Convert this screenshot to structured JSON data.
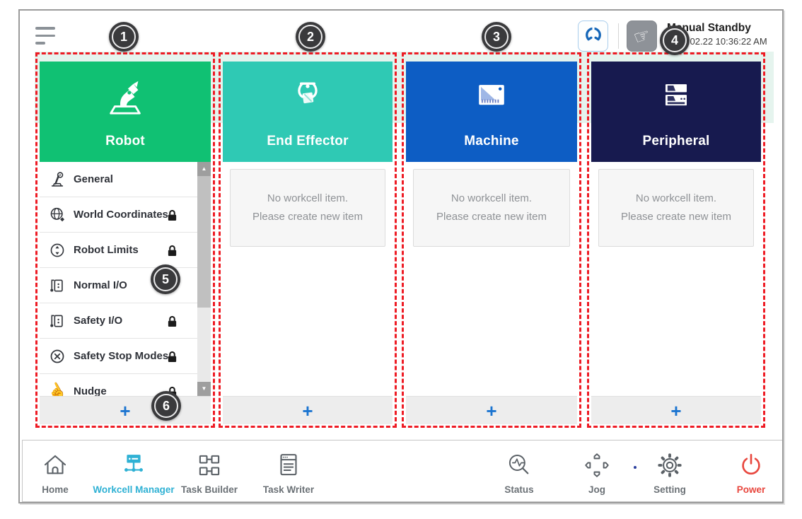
{
  "topbar": {
    "mode_label": "Manual Standby",
    "timestamp": "2022.02.22 10:36:22 AM"
  },
  "icons": {
    "menu": "hamburger-icon",
    "gripper": "gripper-icon",
    "manual_hand": "☞",
    "nudge_hand": "☝",
    "scroll_up": "▲",
    "scroll_down": "▼"
  },
  "badges": [
    "1",
    "2",
    "3",
    "4",
    "5",
    "6"
  ],
  "empty_state": {
    "line1": "No workcell item.",
    "line2": "Please create new item"
  },
  "footer_add_label": "+",
  "columns": {
    "robot": {
      "title": "Robot",
      "color": "#10c173",
      "items": [
        {
          "label": "General",
          "icon": "robot-arm-icon",
          "locked": false
        },
        {
          "label": "World Coordinates",
          "icon": "world-coordinates-icon",
          "locked": true
        },
        {
          "label": "Robot Limits",
          "icon": "robot-limits-icon",
          "locked": true
        },
        {
          "label": "Normal I/O",
          "icon": "io-port-icon",
          "locked": false
        },
        {
          "label": "Safety I/O",
          "icon": "io-port-icon",
          "locked": true
        },
        {
          "label": "Safety Stop Modes",
          "icon": "stop-circle-icon",
          "locked": true
        },
        {
          "label": "Nudge",
          "icon": "nudge-hand-icon",
          "locked": true
        }
      ]
    },
    "end_effector": {
      "title": "End Effector",
      "color": "#2fc9b4"
    },
    "machine": {
      "title": "Machine",
      "color": "#0d5dc4"
    },
    "peripheral": {
      "title": "Peripheral",
      "color": "#171a4f"
    }
  },
  "nav": {
    "items": [
      {
        "label": "Home",
        "active": false
      },
      {
        "label": "Workcell Manager",
        "active": true
      },
      {
        "label": "Task Builder",
        "active": false
      },
      {
        "label": "Task Writer",
        "active": false
      },
      {
        "label": "Status",
        "active": false
      },
      {
        "label": "Jog",
        "active": false
      },
      {
        "label": "Setting",
        "active": false
      },
      {
        "label": "Power",
        "active": false
      }
    ]
  },
  "colors": {
    "annotation_red": "#ee1b24",
    "band_green": "#e5f4ee",
    "plus_blue": "#1b74d0",
    "nav_active": "#2fb1d4",
    "power_red": "#e8473e"
  }
}
